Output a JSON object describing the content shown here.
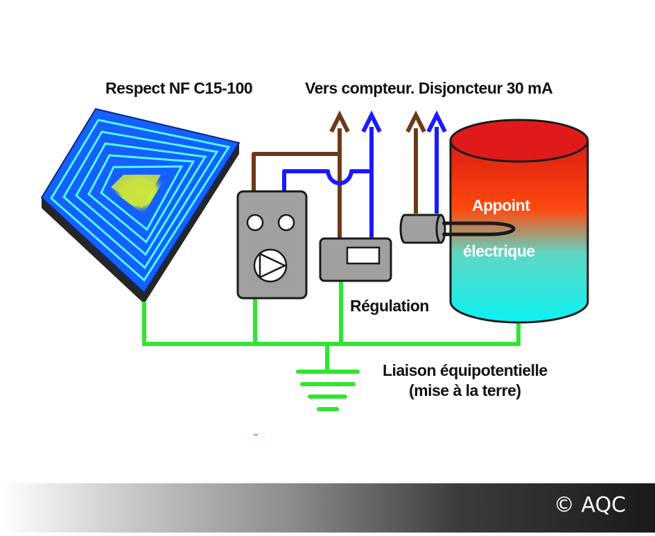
{
  "labels": {
    "standard": "Respect NF C15-100",
    "meter": "Vers compteur. Disjoncteur 30  mA",
    "backup_line1": "Appoint",
    "backup_line2": "électrique",
    "regulation": "Régulation",
    "bonding_line1": "Liaison équipotentielle",
    "bonding_line2": "(mise à la terre)"
  },
  "footer": {
    "copyright": "© AQC"
  },
  "colors": {
    "earth_wire": "#2ee62e",
    "phase_wire": "#6b3a1a",
    "neutral_wire": "#1a1aff",
    "device_gray": "#a0a0a0",
    "panel_blue": "#1a5cff",
    "panel_frame": "#4dffff",
    "tank_top": "#e01a1a",
    "tank_bottom": "#12f0f0"
  }
}
